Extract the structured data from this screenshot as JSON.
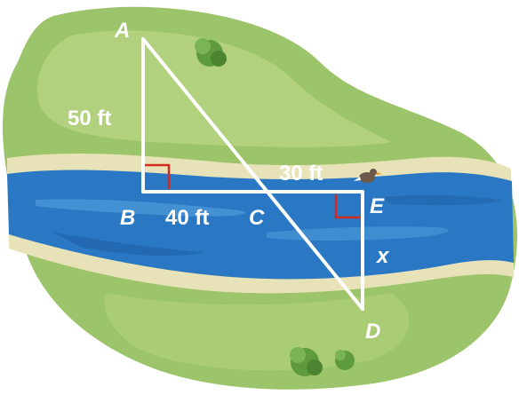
{
  "colors": {
    "land": "#9cc46a",
    "land_light": "#c4dc8e",
    "bank": "#e8e2b8",
    "water": "#2a78c4",
    "water_light": "#4f9ad8",
    "water_dark": "#1b5a9e",
    "segment": "#ffffff",
    "right_angle_marker": "#d62a20",
    "label": "#ffffff",
    "bush": "#5e9a3e"
  },
  "points": {
    "A": "A",
    "B": "B",
    "C": "C",
    "D": "D",
    "E": "E"
  },
  "measurements": {
    "AB": "50 ft",
    "BC": "40 ft",
    "CE": "30 ft",
    "ED": "x"
  },
  "icons": [
    "bush-icon",
    "bird-icon"
  ]
}
